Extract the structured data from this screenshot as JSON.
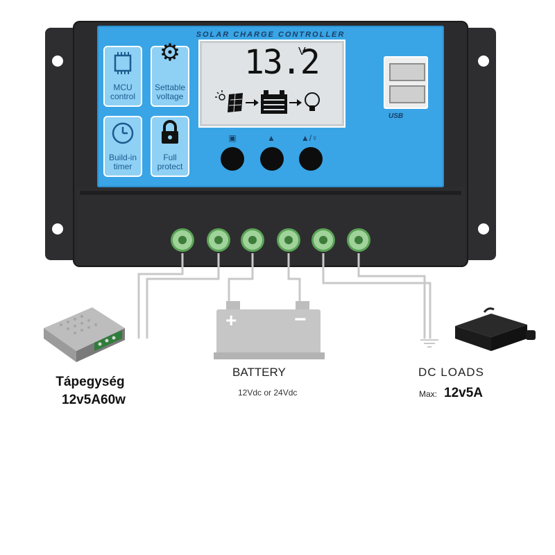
{
  "controller": {
    "title": "SOLAR CHARGE CONTROLLER",
    "display_voltage": "13.2",
    "display_unit": "V",
    "usb_label": "USB",
    "features": [
      {
        "icon": "chip-icon",
        "label": "MCU control"
      },
      {
        "icon": "gear-icon",
        "label": "Settable voltage"
      },
      {
        "icon": "clock-icon",
        "label": "Build-in timer"
      },
      {
        "icon": "lock-icon",
        "label": "Full protect"
      }
    ],
    "buttons": [
      {
        "icon": "menu-icon"
      },
      {
        "icon": "up-icon"
      },
      {
        "icon": "down-light-icon"
      }
    ],
    "terminals": 6
  },
  "power_supply": {
    "name": "Tápegység",
    "spec": "12v5A60w"
  },
  "battery": {
    "title": "BATTERY",
    "spec": "12Vdc or 24Vdc",
    "plus": "+",
    "minus": "−"
  },
  "loads": {
    "title": "DC LOADS",
    "max_label": "Max:",
    "max_value": "12v5A"
  },
  "colors": {
    "panel_blue": "#39a5e6",
    "device_black": "#2b2b2d",
    "terminal_green": "#9fd39a"
  }
}
